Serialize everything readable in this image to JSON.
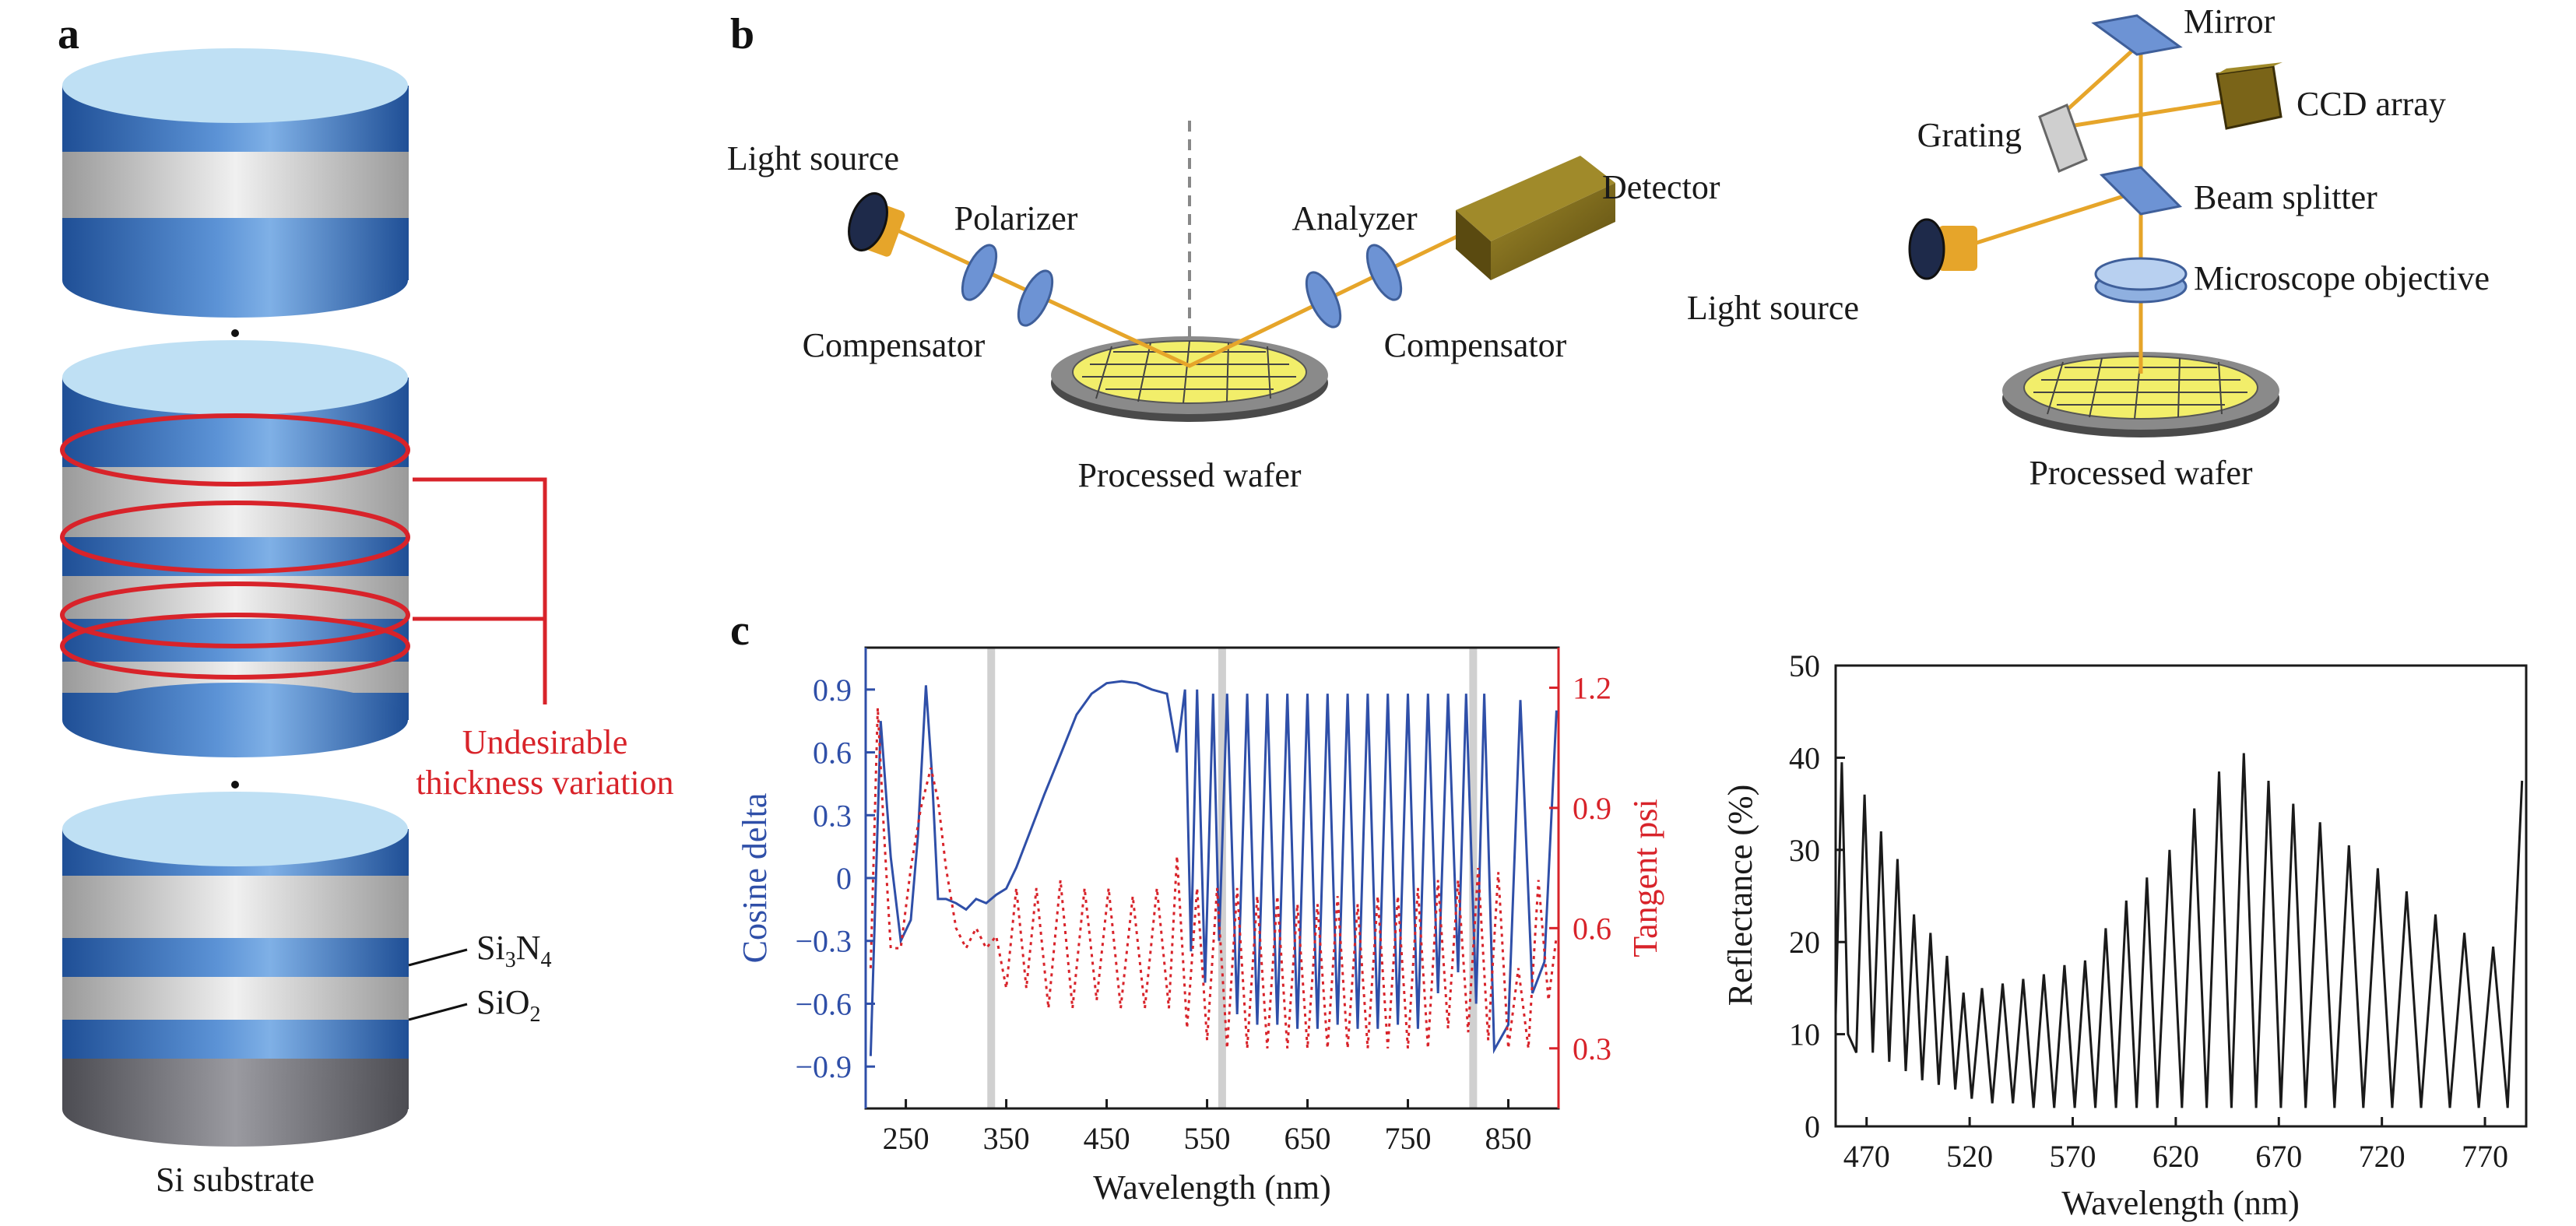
{
  "panels": {
    "a": "a",
    "b": "b",
    "c": "c"
  },
  "panel_a": {
    "annotation": [
      "Undesirable",
      "thickness variation"
    ],
    "layer_labels": [
      {
        "main": "Si",
        "sub": "3",
        "main2": "N",
        "sub2": "4"
      },
      {
        "main": "SiO",
        "sub": "2"
      }
    ],
    "substrate": "Si substrate",
    "colors": {
      "blue": "#2f6db5",
      "gray": "#c8c8c8",
      "top": "#b9dcf1",
      "red": "#d8232a",
      "substrate": "#6b6b70"
    }
  },
  "panel_b_left": {
    "labels": {
      "light_source": "Light source",
      "polarizer": "Polarizer",
      "compensator_left": "Compensator",
      "analyzer": "Analyzer",
      "compensator_right": "Compensator",
      "detector": "Detector",
      "wafer": "Processed wafer"
    },
    "colors": {
      "beam": "#e6a52a",
      "optic": "#6d93d4",
      "detector": "#7a6418",
      "chip": "#f2ee6a"
    }
  },
  "panel_b_right": {
    "labels": {
      "mirror": "Mirror",
      "ccd": "CCD array",
      "grating": "Grating",
      "beam_splitter": "Beam splitter",
      "objective": "Microscope objective",
      "light_source": "Light source",
      "wafer": "Processed wafer"
    }
  },
  "chart_data": [
    {
      "type": "line",
      "xlabel": "Wavelength (nm)",
      "ylabel": "Cosine delta",
      "y2label": "Tangent psi",
      "xlim": [
        210,
        900
      ],
      "ylim": [
        -1.1,
        1.1
      ],
      "y2lim": [
        0.15,
        1.3
      ],
      "xticks": [
        250,
        350,
        450,
        550,
        650,
        750,
        850
      ],
      "yticks": [
        0.9,
        0.6,
        0.3,
        0,
        -0.3,
        -0.6,
        -0.9
      ],
      "y2ticks": [
        1.2,
        0.9,
        0.6,
        0.3
      ],
      "grid": false,
      "highlight_bands": [
        335,
        565,
        815
      ],
      "series": [
        {
          "axis": "left",
          "color": "#2f4fa8",
          "style": "solid",
          "x": [
            215,
            225,
            235,
            245,
            255,
            262,
            270,
            276,
            282,
            290,
            300,
            310,
            320,
            330,
            340,
            350,
            360,
            372,
            388,
            405,
            420,
            435,
            450,
            465,
            480,
            495,
            510,
            520,
            528,
            534,
            540,
            548,
            556,
            562,
            570,
            580,
            590,
            600,
            610,
            620,
            630,
            640,
            650,
            660,
            670,
            680,
            690,
            700,
            710,
            720,
            730,
            740,
            750,
            760,
            770,
            780,
            790,
            800,
            808,
            818,
            826,
            836,
            850,
            862,
            874,
            886,
            898
          ],
          "y": [
            -0.85,
            0.75,
            0.1,
            -0.3,
            -0.2,
            0.2,
            0.92,
            0.5,
            -0.1,
            -0.1,
            -0.12,
            -0.15,
            -0.1,
            -0.12,
            -0.08,
            -0.05,
            0.05,
            0.2,
            0.4,
            0.6,
            0.78,
            0.88,
            0.93,
            0.94,
            0.93,
            0.9,
            0.88,
            0.6,
            0.9,
            -0.35,
            0.9,
            -0.5,
            0.88,
            -0.3,
            0.88,
            -0.65,
            0.88,
            -0.7,
            0.88,
            -0.7,
            0.88,
            -0.72,
            0.88,
            -0.72,
            0.88,
            -0.7,
            0.88,
            -0.72,
            0.88,
            -0.72,
            0.88,
            -0.7,
            0.88,
            -0.72,
            0.88,
            -0.55,
            0.88,
            -0.45,
            0.88,
            -0.6,
            0.88,
            -0.82,
            -0.7,
            0.85,
            -0.55,
            -0.4,
            0.8
          ]
        },
        {
          "axis": "right",
          "color": "#d8232a",
          "style": "dotted",
          "x": [
            215,
            222,
            228,
            235,
            245,
            255,
            265,
            275,
            282,
            290,
            300,
            310,
            320,
            330,
            340,
            350,
            360,
            370,
            380,
            392,
            404,
            416,
            428,
            440,
            452,
            464,
            476,
            488,
            500,
            512,
            520,
            530,
            540,
            550,
            560,
            570,
            580,
            590,
            600,
            610,
            620,
            630,
            640,
            650,
            660,
            670,
            680,
            690,
            700,
            710,
            720,
            730,
            740,
            750,
            760,
            770,
            780,
            790,
            800,
            810,
            820,
            830,
            840,
            850,
            860,
            870,
            880,
            890,
            898
          ],
          "y": [
            0.5,
            1.15,
            0.85,
            0.55,
            0.55,
            0.75,
            0.9,
            1.0,
            0.92,
            0.75,
            0.6,
            0.55,
            0.6,
            0.55,
            0.58,
            0.45,
            0.7,
            0.45,
            0.7,
            0.4,
            0.72,
            0.4,
            0.7,
            0.42,
            0.7,
            0.4,
            0.68,
            0.4,
            0.7,
            0.4,
            0.78,
            0.35,
            0.7,
            0.32,
            0.7,
            0.3,
            0.7,
            0.3,
            0.68,
            0.3,
            0.68,
            0.3,
            0.66,
            0.3,
            0.66,
            0.3,
            0.68,
            0.3,
            0.66,
            0.3,
            0.68,
            0.3,
            0.68,
            0.3,
            0.7,
            0.3,
            0.72,
            0.35,
            0.72,
            0.34,
            0.75,
            0.32,
            0.74,
            0.3,
            0.5,
            0.3,
            0.72,
            0.42,
            0.58
          ]
        }
      ]
    },
    {
      "type": "line",
      "xlabel": "Wavelength (nm)",
      "ylabel": "Reflectance (%)",
      "xlim": [
        455,
        790
      ],
      "ylim": [
        0,
        50
      ],
      "xticks": [
        470,
        520,
        570,
        620,
        670,
        720,
        770
      ],
      "yticks": [
        0,
        10,
        20,
        30,
        40,
        50
      ],
      "grid": false,
      "series": [
        {
          "color": "#1a1a1a",
          "style": "solid",
          "x": [
            455,
            458,
            461,
            465,
            469,
            473,
            477,
            481,
            485,
            489,
            493,
            497,
            501,
            505,
            509,
            513,
            517,
            521,
            526,
            531,
            536,
            541,
            546,
            551,
            556,
            561,
            566,
            571,
            576,
            581,
            586,
            591,
            596,
            601,
            606,
            611,
            617,
            623,
            629,
            635,
            641,
            647,
            653,
            659,
            665,
            671,
            677,
            683,
            690,
            697,
            704,
            711,
            718,
            725,
            732,
            739,
            746,
            753,
            760,
            767,
            774,
            781,
            788
          ],
          "y": [
            12,
            39.5,
            10,
            8,
            36,
            8,
            32,
            7,
            29,
            6,
            23,
            5,
            21,
            4.5,
            18.5,
            4,
            14.5,
            3,
            15,
            2.5,
            15.5,
            2.5,
            16,
            2,
            16.5,
            2,
            17.5,
            2,
            18,
            2,
            21.5,
            2,
            24.5,
            2,
            27,
            2,
            30,
            2,
            34.5,
            2,
            38.5,
            2,
            40.5,
            2,
            37.5,
            2,
            35,
            2,
            33,
            2,
            30.5,
            2,
            28,
            2,
            25.5,
            2,
            23,
            2,
            21,
            2,
            19.5,
            2,
            37.5
          ]
        }
      ]
    }
  ]
}
